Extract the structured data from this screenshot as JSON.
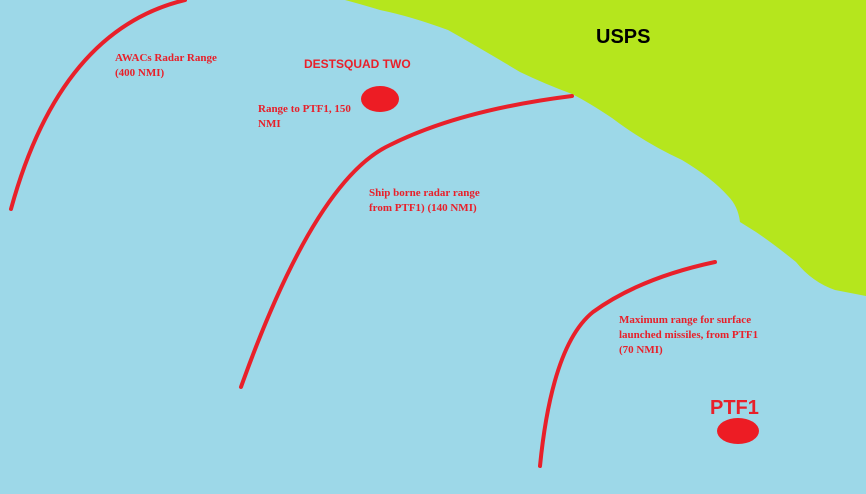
{
  "map": {
    "colors": {
      "sea": "#9dd8e8",
      "land": "#b5e61d",
      "range_line": "#e8202a",
      "marker": "#ed1c24",
      "text_red": "#e8202a",
      "text_black": "#000000"
    },
    "land": {
      "label": "USPS"
    },
    "units": {
      "destsquad": {
        "name": "DESTSQUAD TWO",
        "note": "Range to PTF1, 150\nNMI"
      },
      "ptf1": {
        "name": "PTF1"
      }
    },
    "ranges": {
      "awacs": "AWACs Radar Range\n(400 NMI)",
      "ship_radar": "Ship borne radar range\nfrom PTF1) (140 NMI)",
      "missiles": "Maximum range for surface\nlaunched missiles, from PTF1\n(70 NMI)"
    }
  }
}
